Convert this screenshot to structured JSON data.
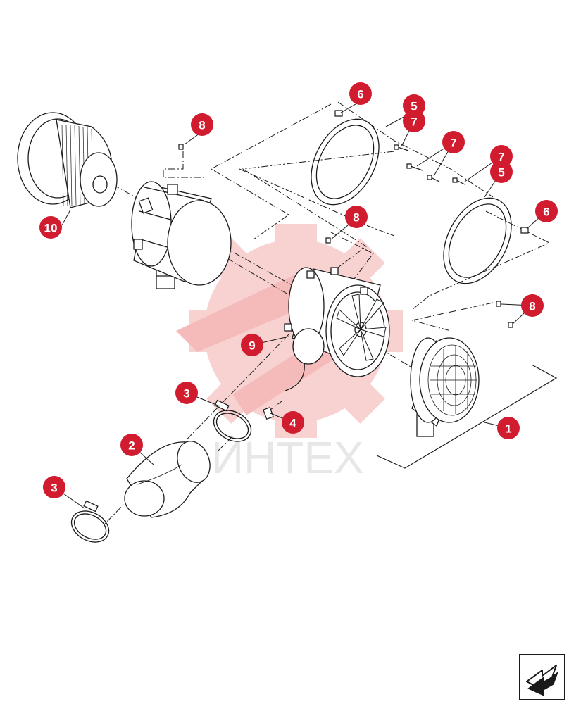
{
  "colors": {
    "callout": "#d01c2e",
    "callout_text": "#ffffff",
    "line": "#1a1a1a",
    "watermark": "#f7c9c9",
    "watermark_text": "#e3e3e3"
  },
  "watermark": {
    "text": "ИНТЕХ"
  },
  "callouts": [
    {
      "id": "c1",
      "label": "1"
    },
    {
      "id": "c2",
      "label": "2"
    },
    {
      "id": "c3a",
      "label": "3"
    },
    {
      "id": "c3b",
      "label": "3"
    },
    {
      "id": "c4",
      "label": "4"
    },
    {
      "id": "c5a",
      "label": "5"
    },
    {
      "id": "c5b",
      "label": "5"
    },
    {
      "id": "c6a",
      "label": "6"
    },
    {
      "id": "c6b",
      "label": "6"
    },
    {
      "id": "c7a",
      "label": "7"
    },
    {
      "id": "c7b",
      "label": "7"
    },
    {
      "id": "c7c",
      "label": "7"
    },
    {
      "id": "c8a",
      "label": "8"
    },
    {
      "id": "c8b",
      "label": "8"
    },
    {
      "id": "c8c",
      "label": "8"
    },
    {
      "id": "c9",
      "label": "9"
    },
    {
      "id": "c10",
      "label": "10"
    }
  ],
  "nav": {
    "icon": "next-page-arrow-icon"
  }
}
